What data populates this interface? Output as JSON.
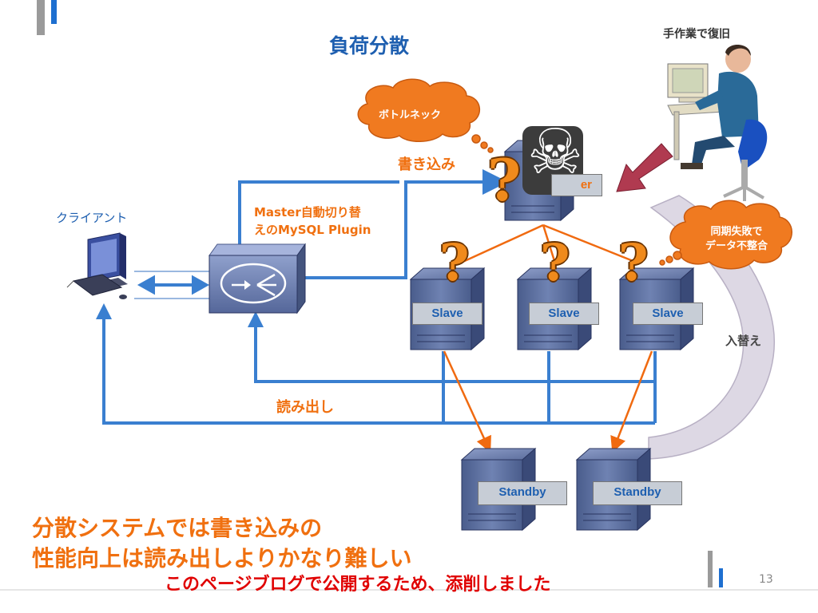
{
  "slide": {
    "title": "負荷分散",
    "page_number": "13",
    "bottom_note": "このページブログで公開するため、添削しました",
    "conclusion_line1": "分散システムでは書き込みの",
    "conclusion_line2": "性能向上は読み出しよりかなり難しい"
  },
  "labels": {
    "client": "クライアント",
    "proxy": "Master自動切り替えのMySQL Plugin",
    "proxy_line1": "Master自動切り替",
    "proxy_line2": "えのMySQL Plugin",
    "write": "書き込み",
    "read": "読み出し",
    "manual_recovery": "手作業で復旧",
    "swap": "入替え",
    "bottleneck": "ボトルネック",
    "sync_fail_line1": "同期失敗で",
    "sync_fail_line2": "データ不整合",
    "master_partial": "er"
  },
  "servers": {
    "slaves": [
      "Slave",
      "Slave",
      "Slave"
    ],
    "standbys": [
      "Standby",
      "Standby"
    ]
  },
  "symbols": {
    "question": "?",
    "skull": "☠"
  },
  "colors": {
    "title": "#1e5fb0",
    "orange_text": "#f07010",
    "red_text": "#e00000",
    "blue_arrow": "#3a7fd0",
    "orange_line": "#f06a10",
    "cloud": "#f07a20"
  }
}
